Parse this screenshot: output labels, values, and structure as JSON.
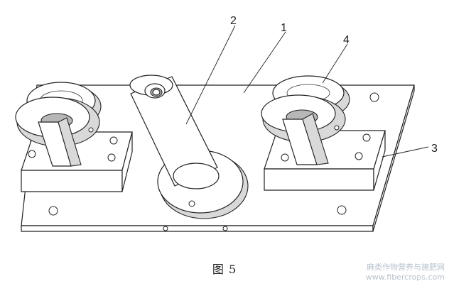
{
  "figure": {
    "caption": "图 5",
    "callouts": [
      "1",
      "2",
      "3",
      "4"
    ]
  },
  "watermark": {
    "line1": "麻类作物营养与施肥网",
    "line2": "www.fibercrops.com"
  }
}
